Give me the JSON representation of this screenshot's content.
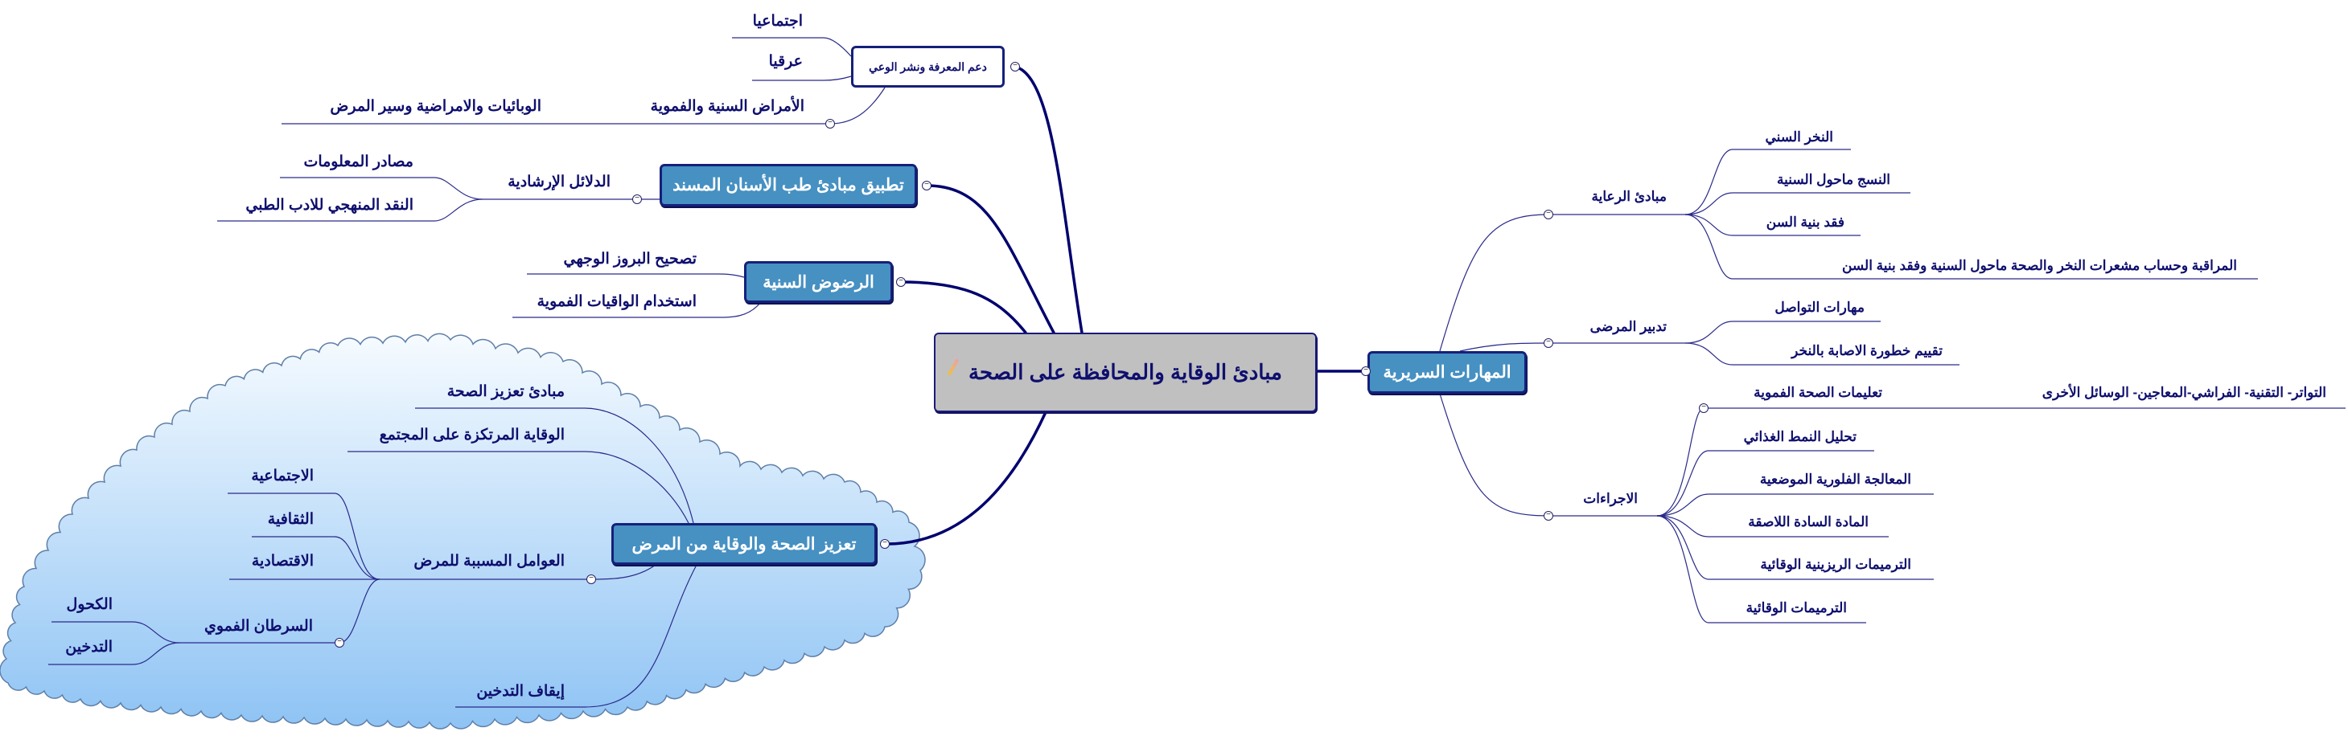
{
  "center": {
    "title": "مبادئ الوقاية والمحافظة على الصحة",
    "icon": "pencil-icon"
  },
  "left": {
    "awareness": {
      "title": "دعم المعرفة ونشر الوعي",
      "items": [
        "اجتماعيا",
        "عرقيا",
        "الأمراض السنية والفموية"
      ],
      "sub": "الوبائيات والامراضية وسير المرض"
    },
    "ebd": {
      "title": "تطبيق مبادئ طب الأسنان المسند",
      "guides": "الدلائل الإرشادية",
      "guide_items": [
        "مصادر المعلومات",
        "النقد المنهجي للادب الطبي"
      ]
    },
    "trauma": {
      "title": "الرضوض السنية",
      "items": [
        "تصحيح البروز الوجهي",
        "استخدام الواقيات الفموية"
      ]
    },
    "promotion": {
      "title": "تعزيز الصحة والوقاية من المرض",
      "items": [
        "مبادئ تعزيز الصحة",
        "الوقاية المرتكزة على المجتمع",
        "إيقاف التدخين"
      ],
      "factors": "العوامل المسببة للمرض",
      "factor_items": [
        "الاجتماعية",
        "الثقافية",
        "الاقتصادية"
      ],
      "cancer": "السرطان الفموي",
      "cancer_items": [
        "الكحول",
        "التدخين"
      ]
    }
  },
  "right": {
    "title": "المهارات السريرية",
    "care": {
      "title": "مبادئ الرعاية",
      "items": [
        "النخر السني",
        "النسج ماحول السنية",
        "فقد بنية السن",
        "المراقبة وحساب مشعرات النخر والصحة ماحول السنية وفقد بنية السن"
      ]
    },
    "management": {
      "title": "تدبير المرضى",
      "items": [
        "مهارات التواصل",
        "تقييم خطورة الاصابة بالنخر"
      ]
    },
    "procedures": {
      "title": "الاجراءات",
      "oral_hygiene": "تعليمات الصحة الفموية",
      "oral_hygiene_sub": "التواتر- التقنية- الفراشي-المعاجين- الوسائل الأخرى",
      "items": [
        "تحليل النمط الغذائي",
        "المعالجة الفلورية الموضعية",
        "المادة السادة اللاصقة",
        "الترميمات الريزينية الوقائية",
        "الترميمات الوقائية"
      ]
    }
  },
  "toggle_symbol": "−"
}
